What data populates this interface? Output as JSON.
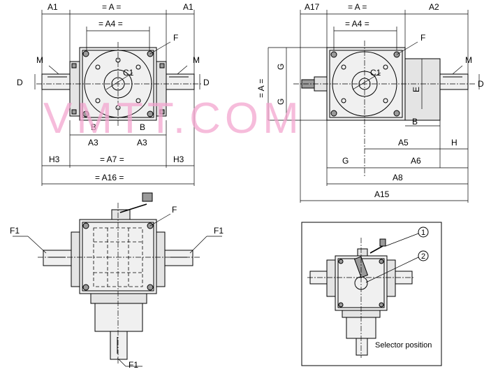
{
  "watermark": "VMTT.COM",
  "labels": {
    "a1": "A1",
    "a": "= A =",
    "a4": "= A4 =",
    "a17": "A17",
    "a2": "A2",
    "f": "F",
    "m": "M",
    "d": "D",
    "c1": "C1",
    "b": "B",
    "a3": "A3",
    "h3": "H3",
    "a7": "= A7 =",
    "a16": "= A16 =",
    "g": "G",
    "e": "E",
    "h": "H",
    "a5": "A5",
    "a6": "A6",
    "a8": "A8",
    "a15": "A15",
    "a_vert": "= A =",
    "f1": "F1",
    "callout_1": "1",
    "callout_2": "2",
    "selector": "Selector position"
  }
}
